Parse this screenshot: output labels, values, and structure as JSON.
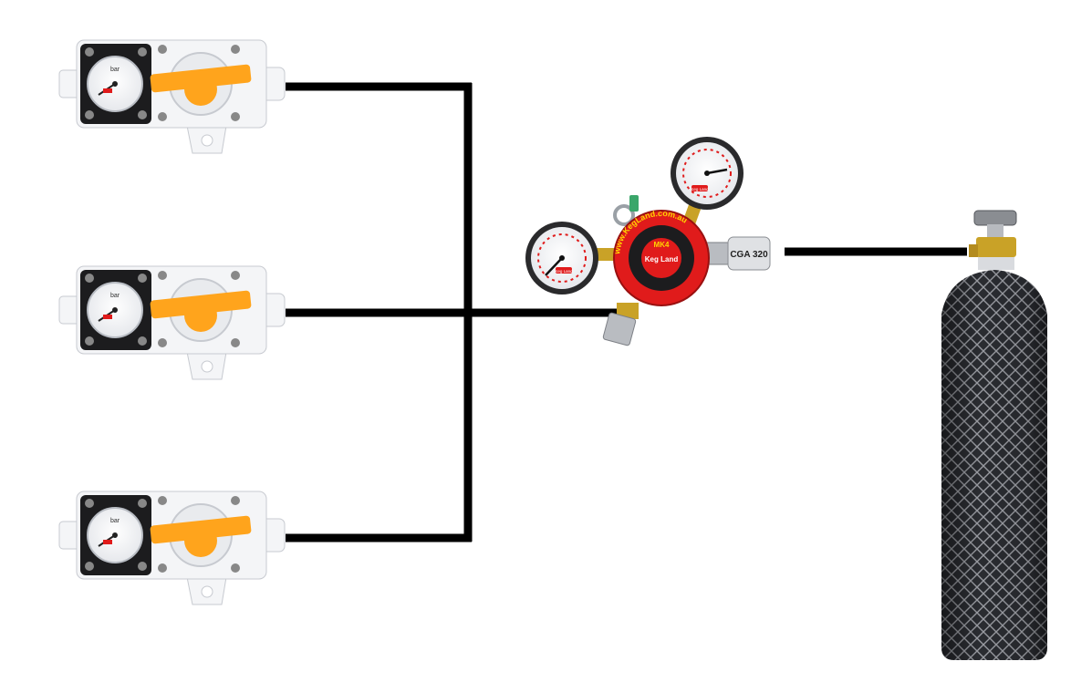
{
  "diagram": {
    "regulator": {
      "brand_label": "Keg Land",
      "model_label": "MK4",
      "ring_text": "www.KegLand.com.au",
      "fitting_label": "CGA 320",
      "gauge_high_label": "Keg Land",
      "gauge_low_label": "Keg Land"
    },
    "mini_regulators": [
      {
        "gauge_label": "bar"
      },
      {
        "gauge_label": "bar"
      },
      {
        "gauge_label": "bar"
      }
    ]
  },
  "colors": {
    "line": "#000000",
    "handle": "#ffa41c",
    "regulator_red": "#e01b1b",
    "brass": "#c9a227",
    "cylinder": "#3a3c42",
    "body": "#f4f5f7"
  },
  "icons": {
    "mini-regulator": "mini-regulator-icon",
    "regulator": "dual-gauge-regulator-icon",
    "cylinder": "co2-cylinder-icon"
  }
}
